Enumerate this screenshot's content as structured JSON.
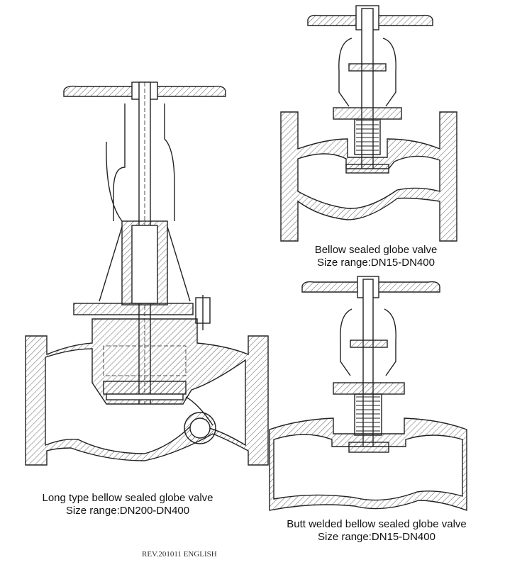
{
  "figures": [
    {
      "name": "Bellow sealed globe valve",
      "size_range": "Size range:DN15-DN400"
    },
    {
      "name": "Long type bellow sealed globe valve",
      "size_range": "Size range:DN200-DN400"
    },
    {
      "name": "Butt welded bellow sealed globe valve",
      "size_range": "Size range:DN15-DN400"
    }
  ],
  "revision": "REV.201011 ENGLISH"
}
